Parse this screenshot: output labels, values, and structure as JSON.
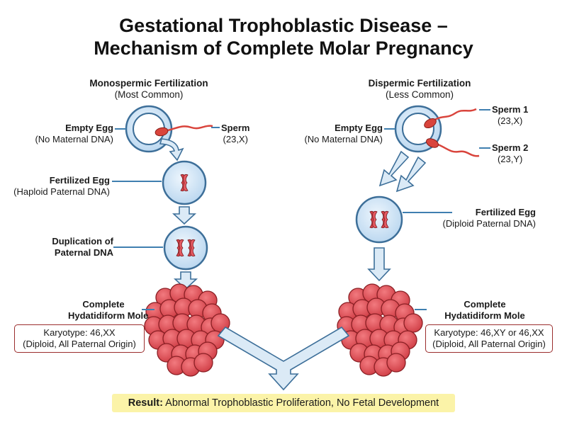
{
  "title": {
    "line1": "Gestational Trophoblastic Disease –",
    "line2": "Mechanism of Complete Molar Pregnancy"
  },
  "left": {
    "header": {
      "title": "Monospermic Fertilization",
      "subtitle": "(Most Common)"
    },
    "empty_egg": {
      "title": "Empty Egg",
      "note": "(No Maternal DNA)"
    },
    "sperm": {
      "title": "Sperm",
      "note": "(23,X)"
    },
    "fertilized_egg": {
      "title": "Fertilized Egg",
      "note": "(Haploid Paternal DNA)"
    },
    "duplication": {
      "line1": "Duplication of",
      "line2": "Paternal DNA"
    },
    "mole": {
      "line1": "Complete",
      "line2": "Hydatidiform Mole"
    },
    "karyotype": {
      "line1": "Karyotype: 46,XX",
      "line2": "(Diploid, All Paternal Origin)"
    }
  },
  "right": {
    "header": {
      "title": "Dispermic Fertilization",
      "subtitle": "(Less Common)"
    },
    "empty_egg": {
      "title": "Empty Egg",
      "note": "(No Maternal DNA)"
    },
    "sperm1": {
      "title": "Sperm 1",
      "note": "(23,X)"
    },
    "sperm2": {
      "title": "Sperm 2",
      "note": "(23,Y)"
    },
    "fertilized_egg": {
      "title": "Fertilized Egg",
      "note": "(Diploid Paternal DNA)"
    },
    "mole": {
      "line1": "Complete",
      "line2": "Hydatidiform Mole"
    },
    "karyotype": {
      "line1": "Karyotype: 46,XY or 46,XX",
      "line2": "(Diploid, All Paternal Origin)"
    }
  },
  "result": {
    "label": "Result:",
    "text": "Abnormal Trophoblastic Proliferation, No Fetal Development"
  },
  "colors": {
    "cell_fill": "#d7e9f8",
    "cell_stroke": "#3d6f99",
    "leader_line": "#3f7fb0",
    "arrow_fill": "#dbeaf6",
    "mole_red": "#e0535a",
    "chromosome_red": "#d8434a",
    "sperm_red": "#d9443c",
    "result_highlight": "#fbf3a8",
    "box_border": "#9b2d2d"
  }
}
